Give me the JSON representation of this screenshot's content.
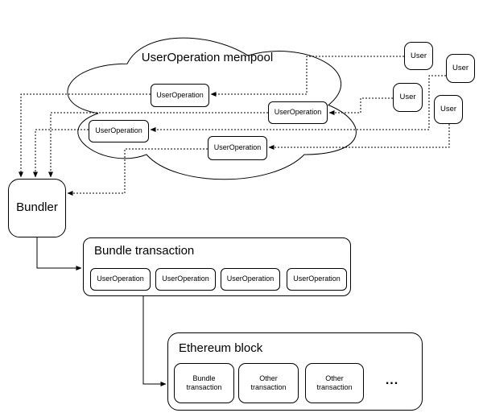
{
  "diagram": {
    "colors": {
      "stroke": "#000000",
      "fill": "#ffffff",
      "background": "#ffffff"
    },
    "mempool": {
      "title": "UserOperation mempool",
      "operations": [
        {
          "label": "UserOperation"
        },
        {
          "label": "UserOperation"
        },
        {
          "label": "UserOperation"
        },
        {
          "label": "UserOperation"
        }
      ]
    },
    "users": [
      {
        "label": "User"
      },
      {
        "label": "User"
      },
      {
        "label": "User"
      },
      {
        "label": "User"
      }
    ],
    "bundler": {
      "label": "Bundler"
    },
    "bundle_transaction": {
      "title": "Bundle transaction",
      "operations": [
        {
          "label": "UserOperation"
        },
        {
          "label": "UserOperation"
        },
        {
          "label": "UserOperation"
        },
        {
          "label": "UserOperation"
        }
      ]
    },
    "ethereum_block": {
      "title": "Ethereum block",
      "transactions": [
        {
          "label": "Bundle transaction"
        },
        {
          "label": "Other transaction"
        },
        {
          "label": "Other transaction"
        }
      ],
      "more_indicator": "..."
    }
  }
}
